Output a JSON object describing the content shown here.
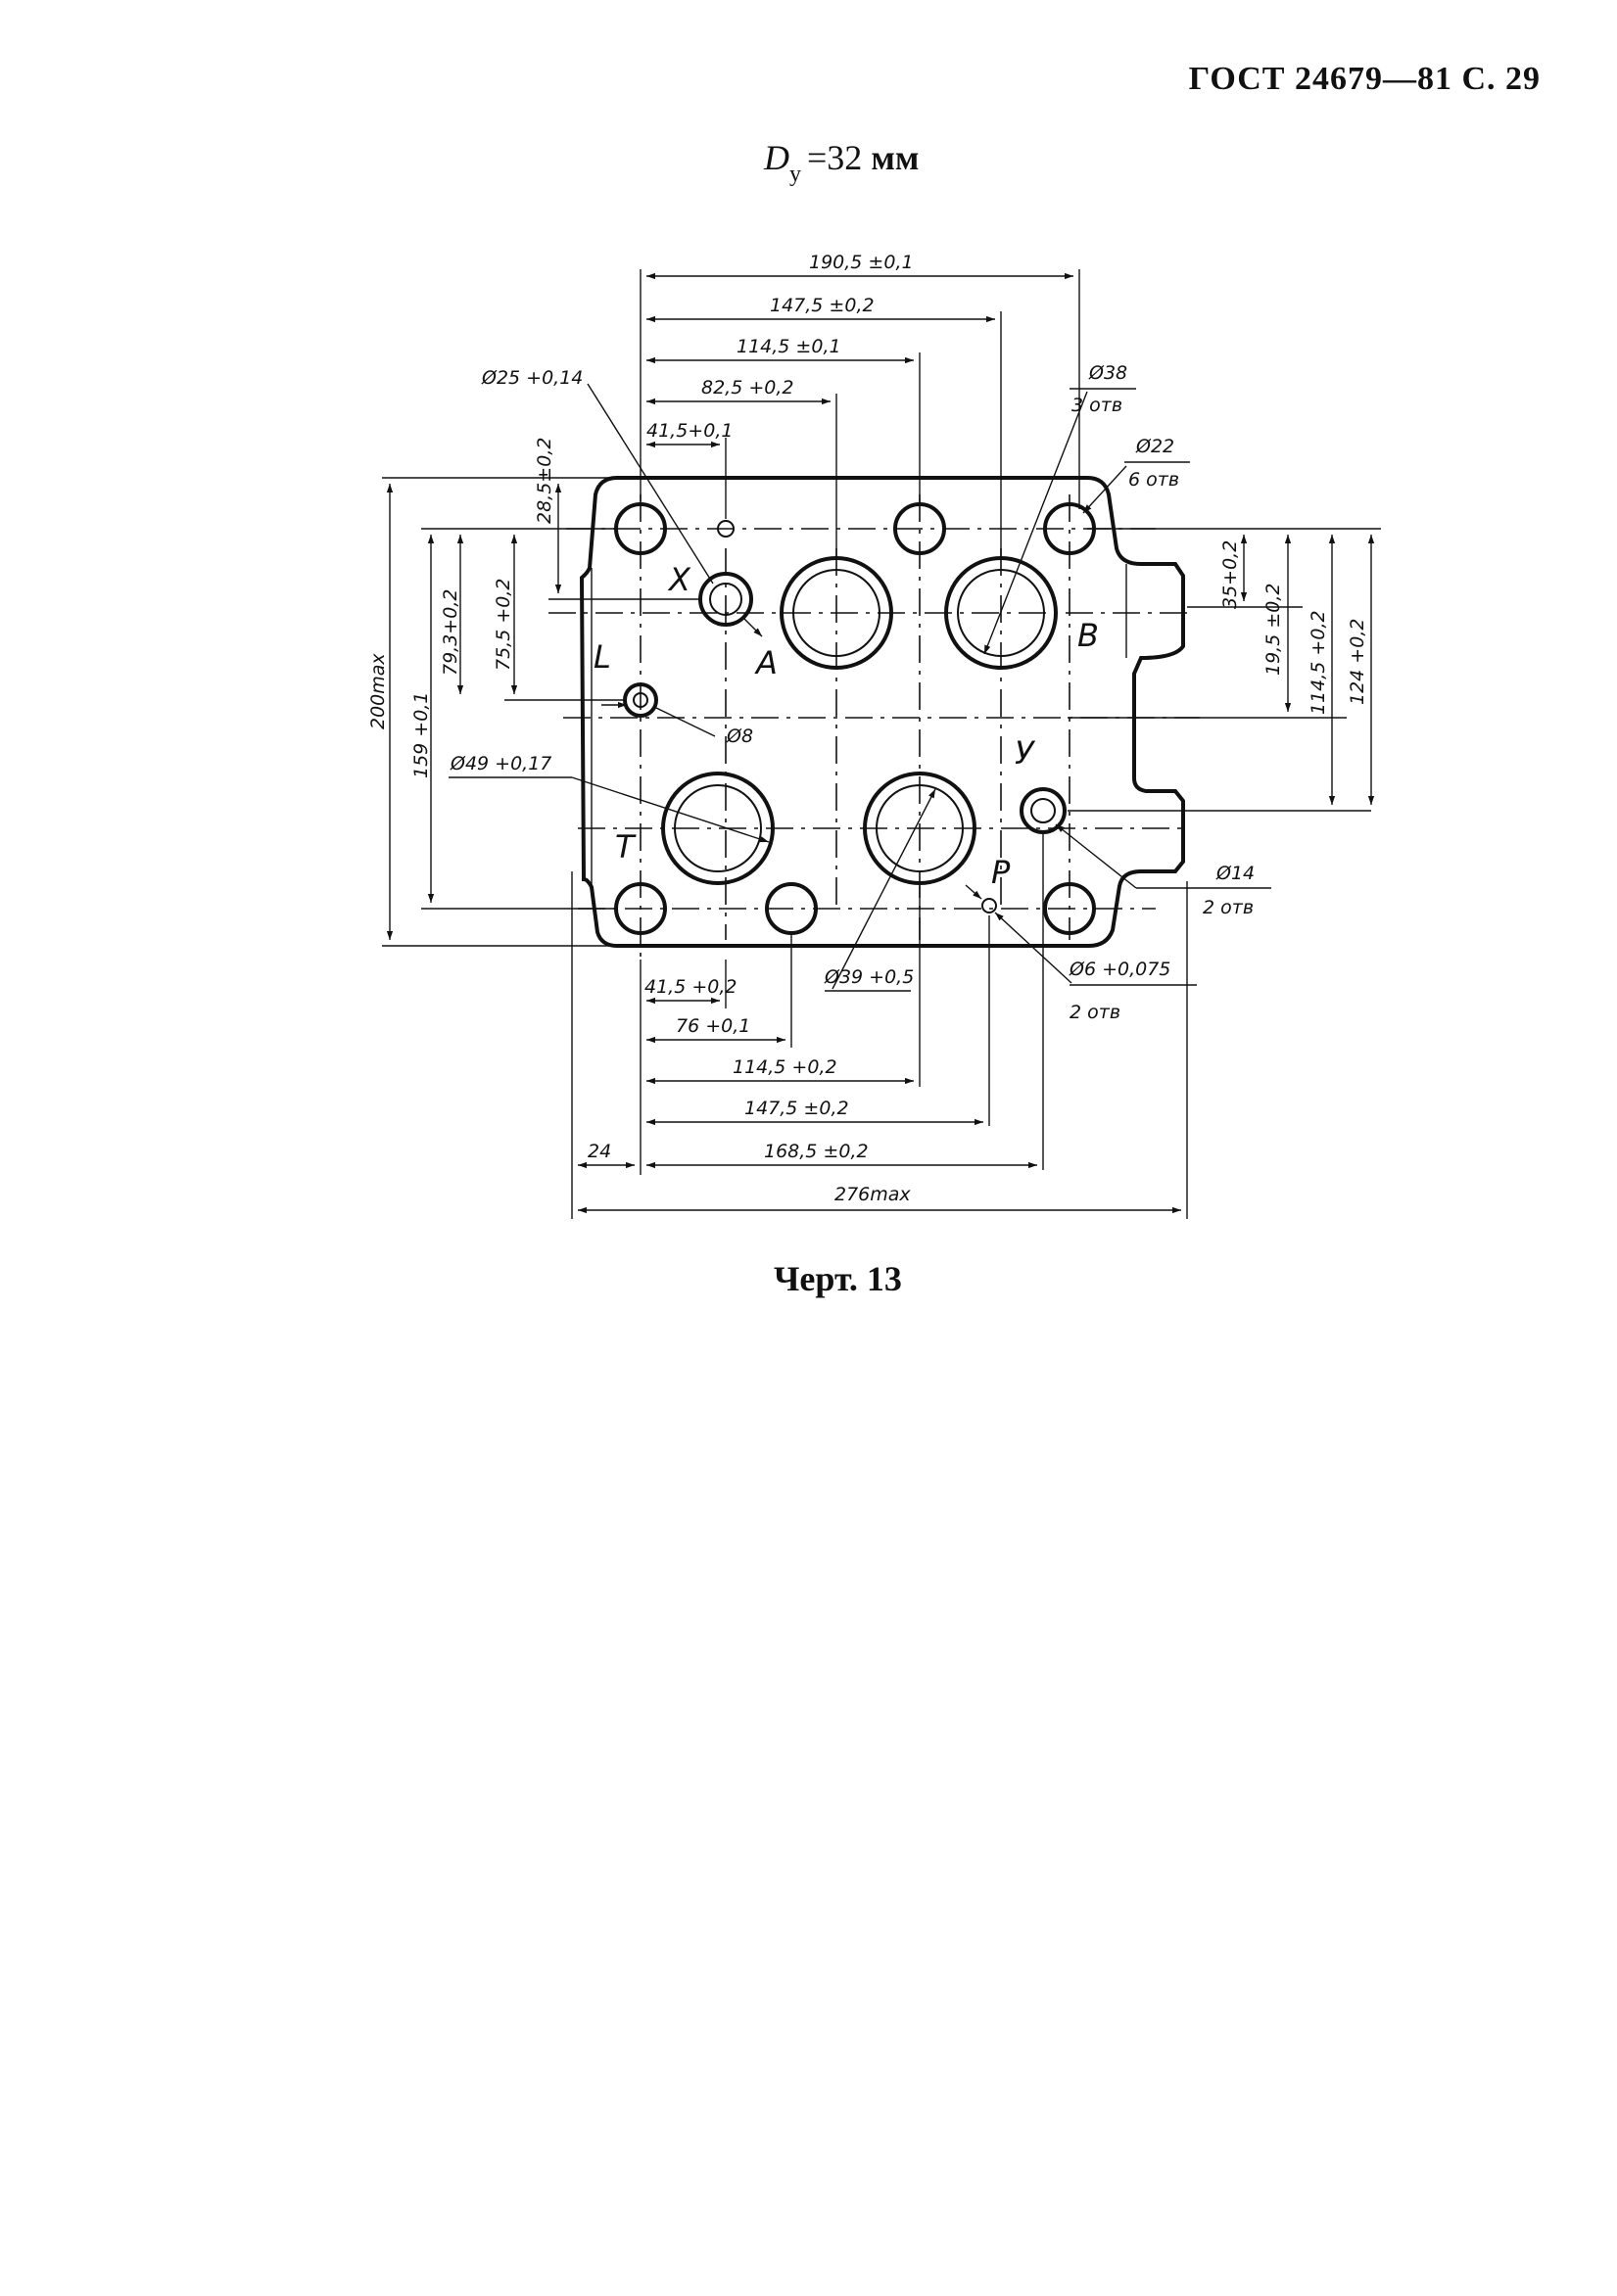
{
  "header": {
    "standard": "ГОСТ 24679—81 С. 29"
  },
  "formula": {
    "symbol": "D",
    "subscript": "y",
    "rest": "=32",
    "unit": "мм"
  },
  "caption": "Черт. 13",
  "drawing": {
    "top_dims": [
      "190,5 ±0,1",
      "147,5 ±0,2",
      "114,5 ±0,1",
      "82,5 +0,2",
      "41,5+0,1"
    ],
    "bottom_dims": [
      "41,5 +0,2",
      "76 +0,1",
      "114,5 +0,2",
      "147,5 ±0,2",
      "168,5 ±0,2",
      "24",
      "276max"
    ],
    "left_dims": [
      "28,5±0,2",
      "79,3+0,2",
      "75,5 +0,2",
      "159 +0,1",
      "200max"
    ],
    "right_dims": [
      "35+0,2",
      "19,5 ±0,2",
      "114,5 +0,2",
      "124 +0,2"
    ],
    "callouts": {
      "d25": "Ø25 +0,14",
      "d38": "Ø38",
      "d38_count": "3 отв",
      "d22": "Ø22",
      "d22_count": "6 отв",
      "d8": "Ø8",
      "d49": "Ø49 +0,17",
      "d14": "Ø14",
      "d14_count": "2 отв",
      "d39": "Ø39 +0,5",
      "d6": "Ø6 +0,075",
      "d6_count": "2 отв"
    },
    "port_labels": [
      "X",
      "A",
      "B",
      "L",
      "T",
      "У",
      "P"
    ]
  }
}
